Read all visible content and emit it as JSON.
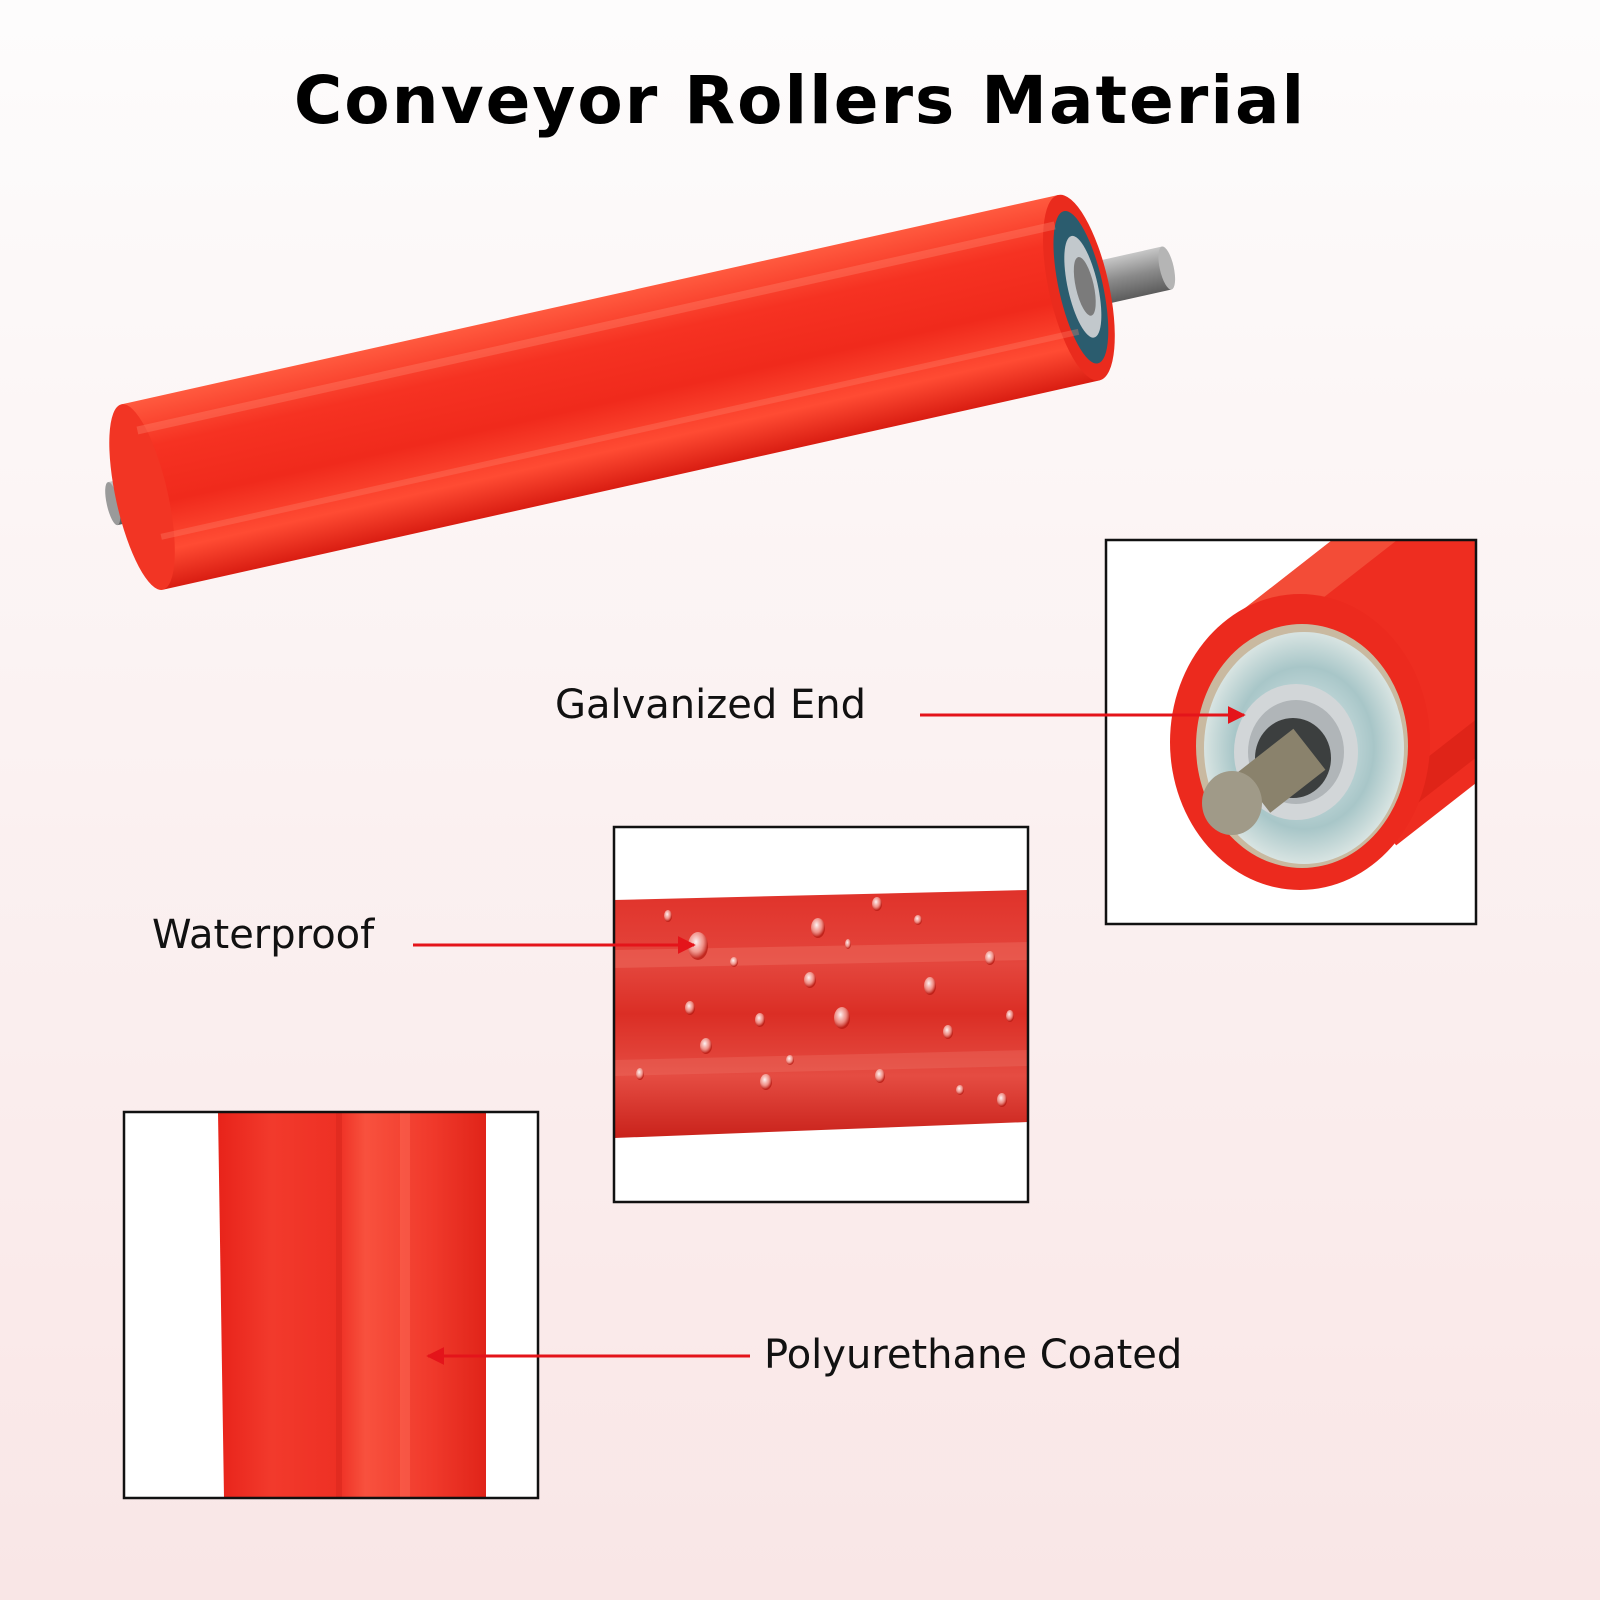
{
  "title": "Conveyor Rollers Material",
  "callouts": {
    "galvanized_end": "Galvanized End",
    "waterproof": "Waterproof",
    "polyurethane_coated": "Polyurethane Coated"
  },
  "colors": {
    "roller_red": "#f0291e",
    "arrow_red": "#e4141a",
    "shaft_gray": "#8d8d8d"
  }
}
